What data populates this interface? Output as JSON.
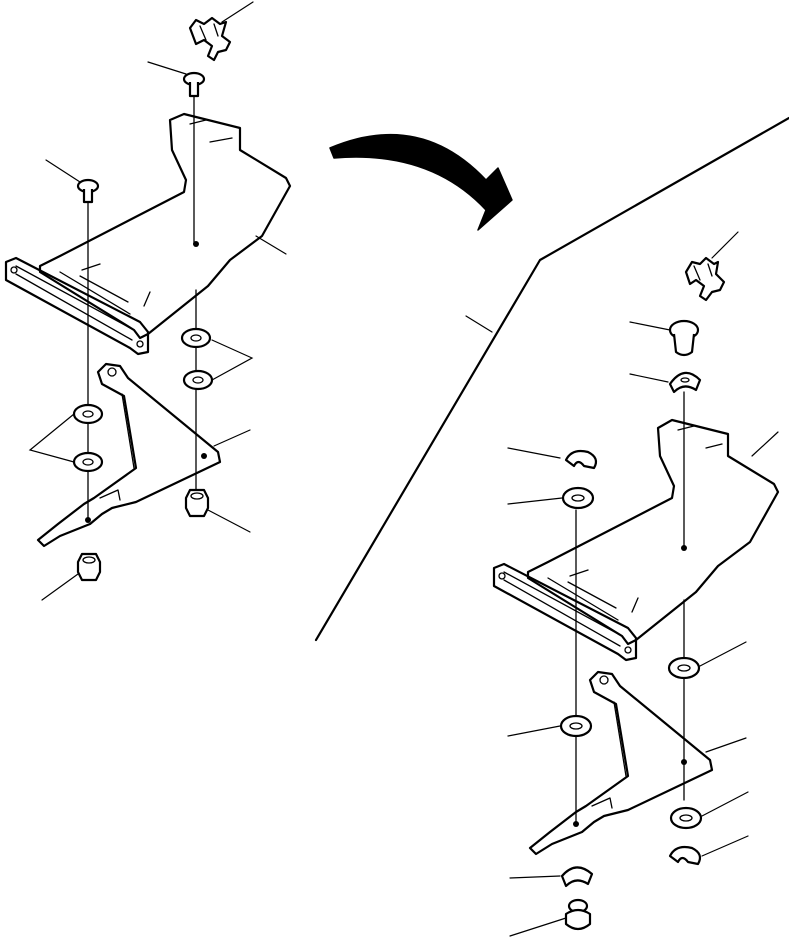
{
  "figure": {
    "kind": "exploded-assembly",
    "background": "#ffffff",
    "ink": "#000000",
    "views": [
      "original-assembly",
      "revised-assembly"
    ],
    "transition_arrow": "curved-arrow-right"
  }
}
